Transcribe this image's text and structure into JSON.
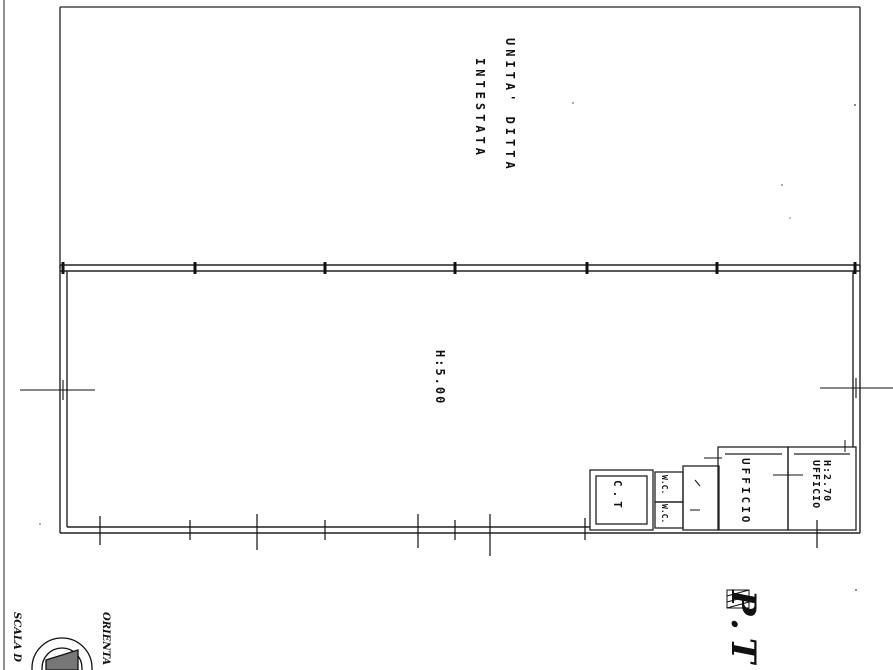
{
  "labels": {
    "upper_unit_line1": "UNITA' DITTA",
    "upper_unit_line2": "INTESTATA",
    "main_height": "H:5.00",
    "office_height": "H:2.70",
    "office_1": "UFFICIO",
    "office_2": "UFFICIO",
    "centrale_termica": "C.T",
    "wc_1": "W.C.",
    "wc_2": "W.C.",
    "orientation": "ORIENTA",
    "scale": "SCALA D",
    "floor_mark": "P.T"
  }
}
